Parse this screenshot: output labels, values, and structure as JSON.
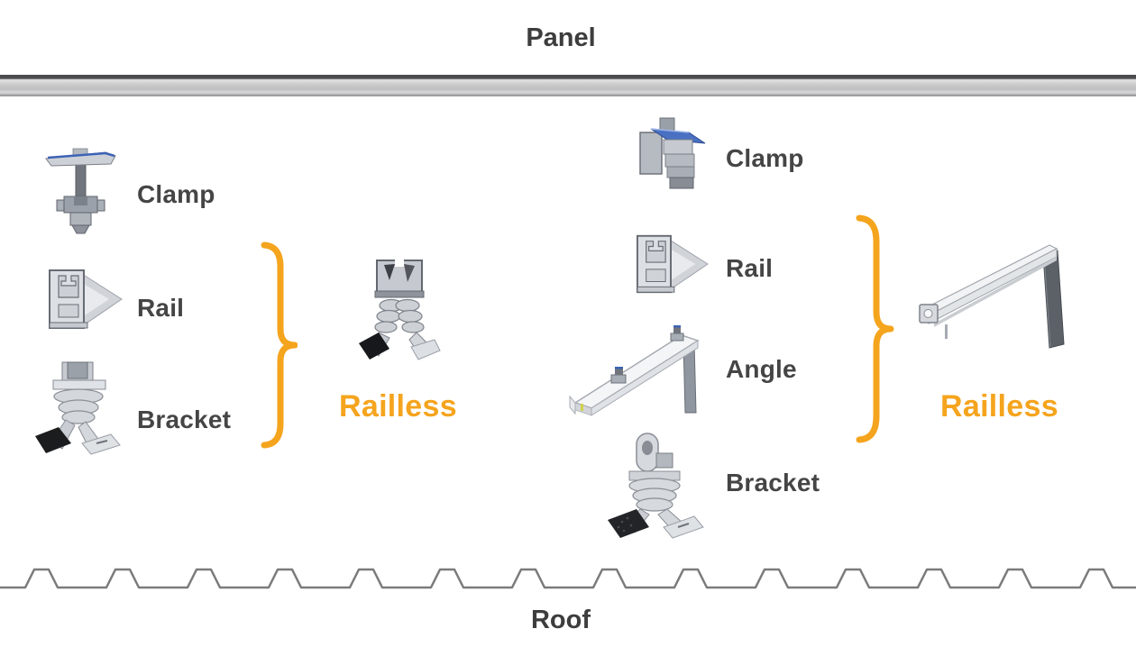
{
  "panel": {
    "label": "Panel"
  },
  "roof": {
    "label": "Roof"
  },
  "colors": {
    "accent_orange": "#F5A41D",
    "label_gray": "#454545",
    "roof_line_gray": "#7b7b7b",
    "panel_bar_dark": "#4c4c4e",
    "clamp_blue": "#3d63b6"
  },
  "left_group": {
    "components": [
      {
        "label": "Clamp",
        "icon": "clamp-icon"
      },
      {
        "label": "Rail",
        "icon": "rail-icon"
      },
      {
        "label": "Bracket",
        "icon": "bracket-icon"
      }
    ],
    "result_label": "Railless",
    "result_icon": "railless-mount-icon"
  },
  "right_group": {
    "components": [
      {
        "label": "Clamp",
        "icon": "clamp-icon"
      },
      {
        "label": "Rail",
        "icon": "rail-icon"
      },
      {
        "label": "Angle",
        "icon": "angle-icon"
      },
      {
        "label": "Bracket",
        "icon": "bracket-icon"
      }
    ],
    "result_label": "Railless",
    "result_icon": "railless-rail-icon"
  }
}
